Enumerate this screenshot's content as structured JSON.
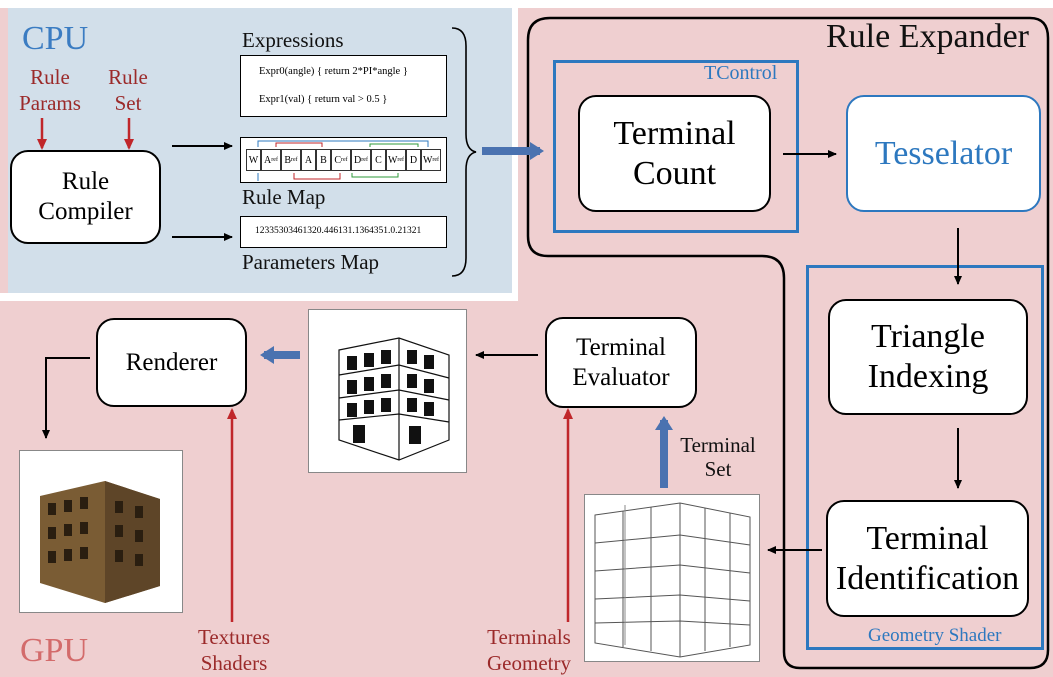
{
  "regions": {
    "cpu_label": "CPU",
    "gpu_label": "GPU",
    "rule_expander_label": "Rule Expander",
    "tcontrol_label": "TControl",
    "geometry_shader_label": "Geometry Shader"
  },
  "cpu": {
    "rule_params_label": "Rule Params",
    "rule_set_label": "Rule Set",
    "rule_compiler_label": "Rule Compiler",
    "expressions_label": "Expressions",
    "expr0": "Expr0(angle) { return 2*PI*angle }",
    "expr1": "Expr1(val) { return val > 0.5 }",
    "rule_map_label": "Rule Map",
    "rule_map_cells": [
      "W",
      "A",
      "B",
      "A",
      "B",
      "C",
      "D",
      "C",
      "W",
      "D",
      "W"
    ],
    "rule_map_cell_subscripts": [
      "",
      "ref",
      "ref",
      "",
      "",
      "ref",
      "ref",
      "",
      "ref",
      "",
      "ref"
    ],
    "parameters_map_label": "Parameters Map",
    "parameters_value": "123353034613​20.4461​31.1364351.0.21321"
  },
  "expander": {
    "terminal_count": "Terminal Count",
    "tesselator": "Tesselator",
    "triangle_indexing": "Triangle Indexing",
    "terminal_identification": "Terminal Identification"
  },
  "gpu": {
    "renderer": "Renderer",
    "terminal_evaluator": "Terminal Evaluator",
    "terminal_set_label": "Terminal Set",
    "textures_shaders_label": "Textures Shaders",
    "terminals_geometry_label": "Terminals Geometry"
  },
  "colors": {
    "cpu_bg": "#d2dfea",
    "gpu_bg": "#efcfd0",
    "blue_accent": "#2d78bf",
    "red_arrow": "#c0262a",
    "dark_red_text": "#9b2a2a"
  }
}
